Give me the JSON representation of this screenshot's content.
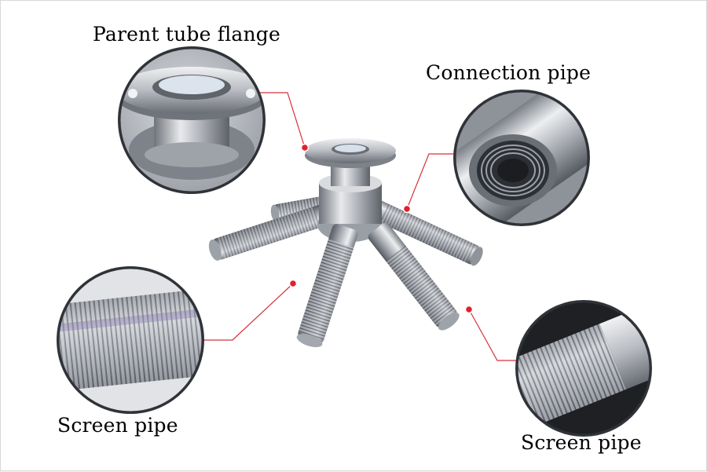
{
  "labels": {
    "parent_flange": "Parent tube flange",
    "connection_pipe": "Connection pipe",
    "screen_pipe_left": "Screen pipe",
    "screen_pipe_right": "Screen pipe"
  },
  "colors": {
    "leader_line": "#d6313b",
    "marker": "#e0212b",
    "steel_light": "#e6e7ea",
    "steel_mid": "#a9acb2",
    "steel_dark": "#5c6068"
  }
}
